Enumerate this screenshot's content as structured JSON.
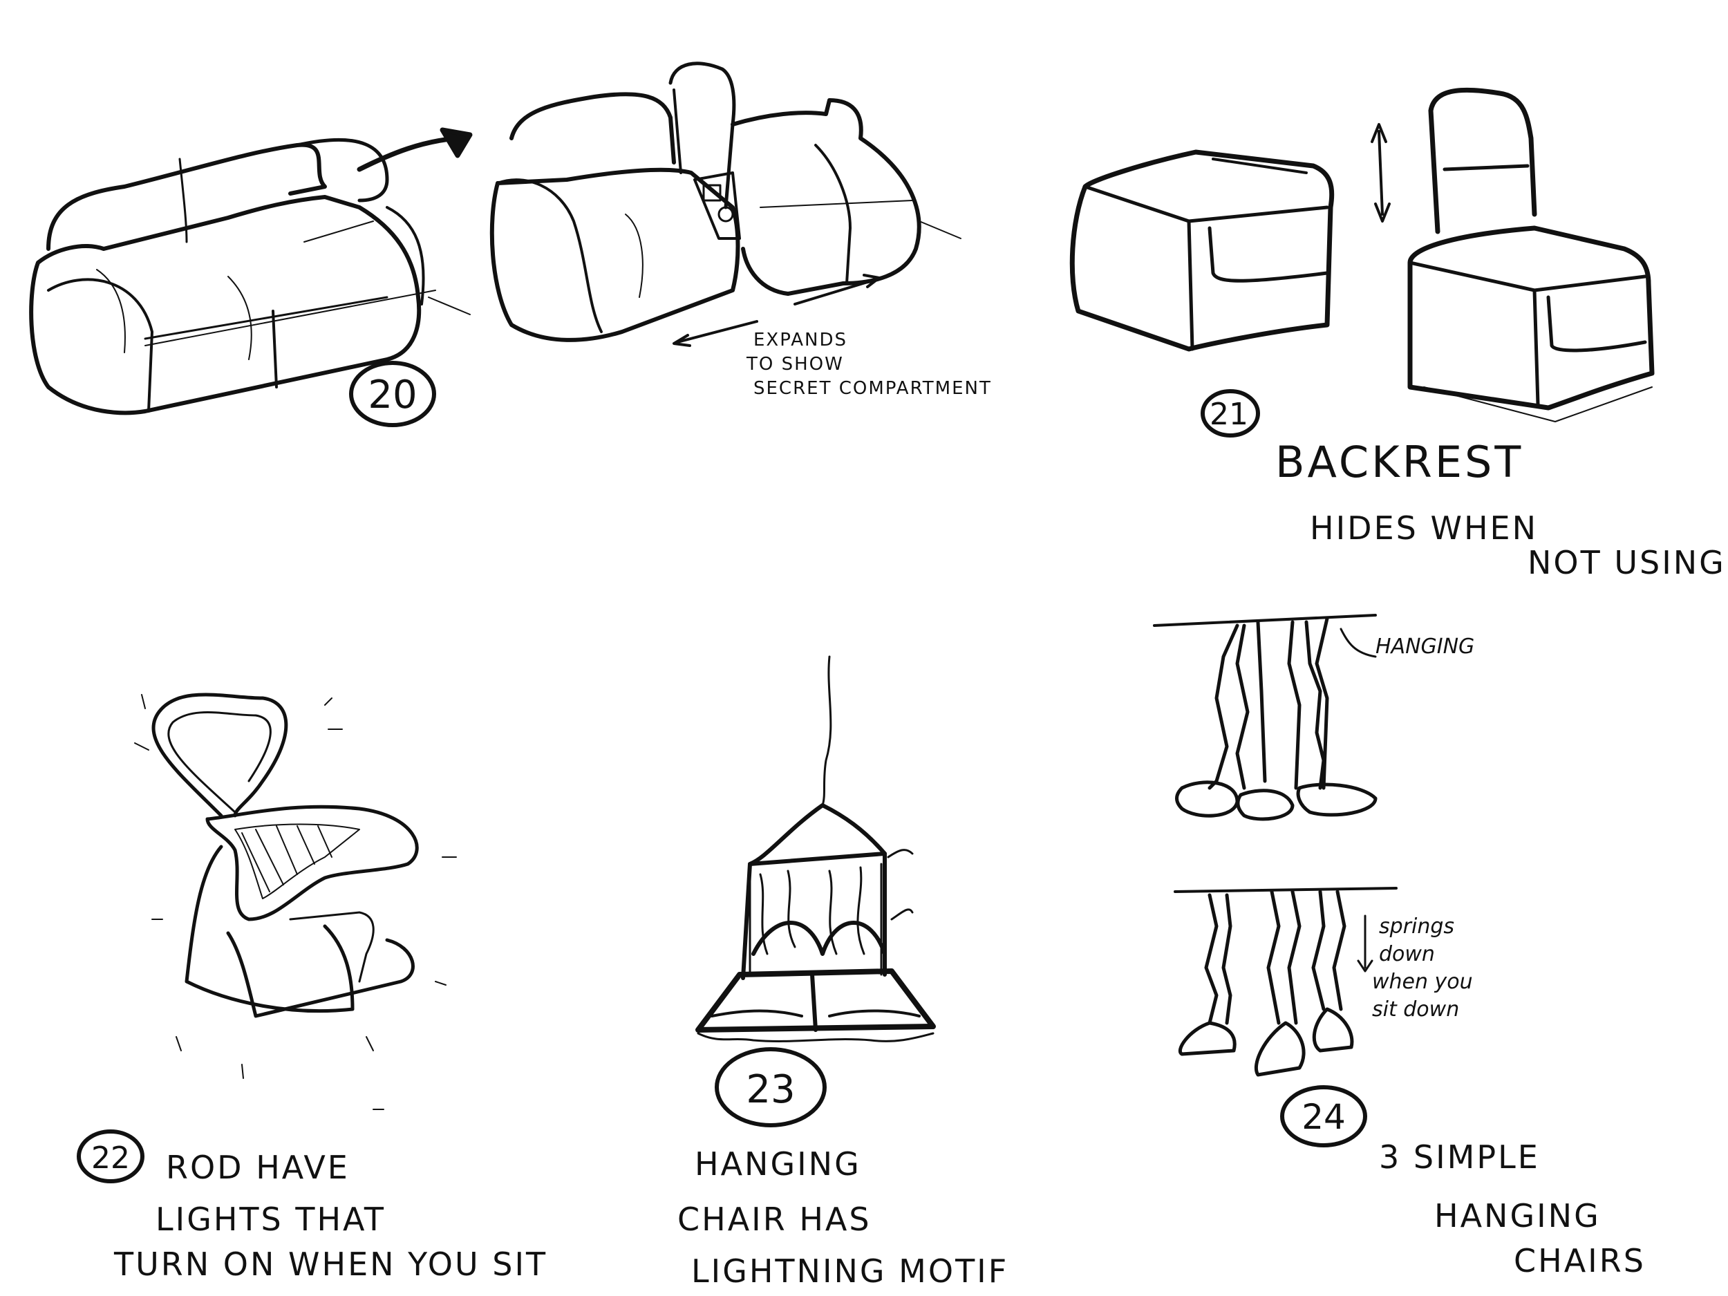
{
  "sketches": [
    {
      "number": "20",
      "notes": [
        "EXPANDS",
        "TO SHOW",
        "SECRET COMPARTMENT"
      ]
    },
    {
      "number": "21",
      "notes": [
        "BACKREST",
        "HIDES WHEN",
        "NOT USING"
      ]
    },
    {
      "number": "22",
      "notes": [
        "ROD HAVE",
        "LIGHTS THAT",
        "TURN ON WHEN YOU SIT"
      ]
    },
    {
      "number": "23",
      "notes": [
        "HANGING",
        "CHAIR HAS",
        "LIGHTNING MOTIF"
      ]
    },
    {
      "number": "24",
      "notes": [
        "3 SIMPLE",
        "HANGING",
        "CHAIRS"
      ],
      "callouts": [
        "HANGING",
        "springs",
        "down",
        "when you",
        "sit down"
      ]
    }
  ],
  "colors": {
    "ink": "#111111",
    "paper": "#ffffff"
  }
}
